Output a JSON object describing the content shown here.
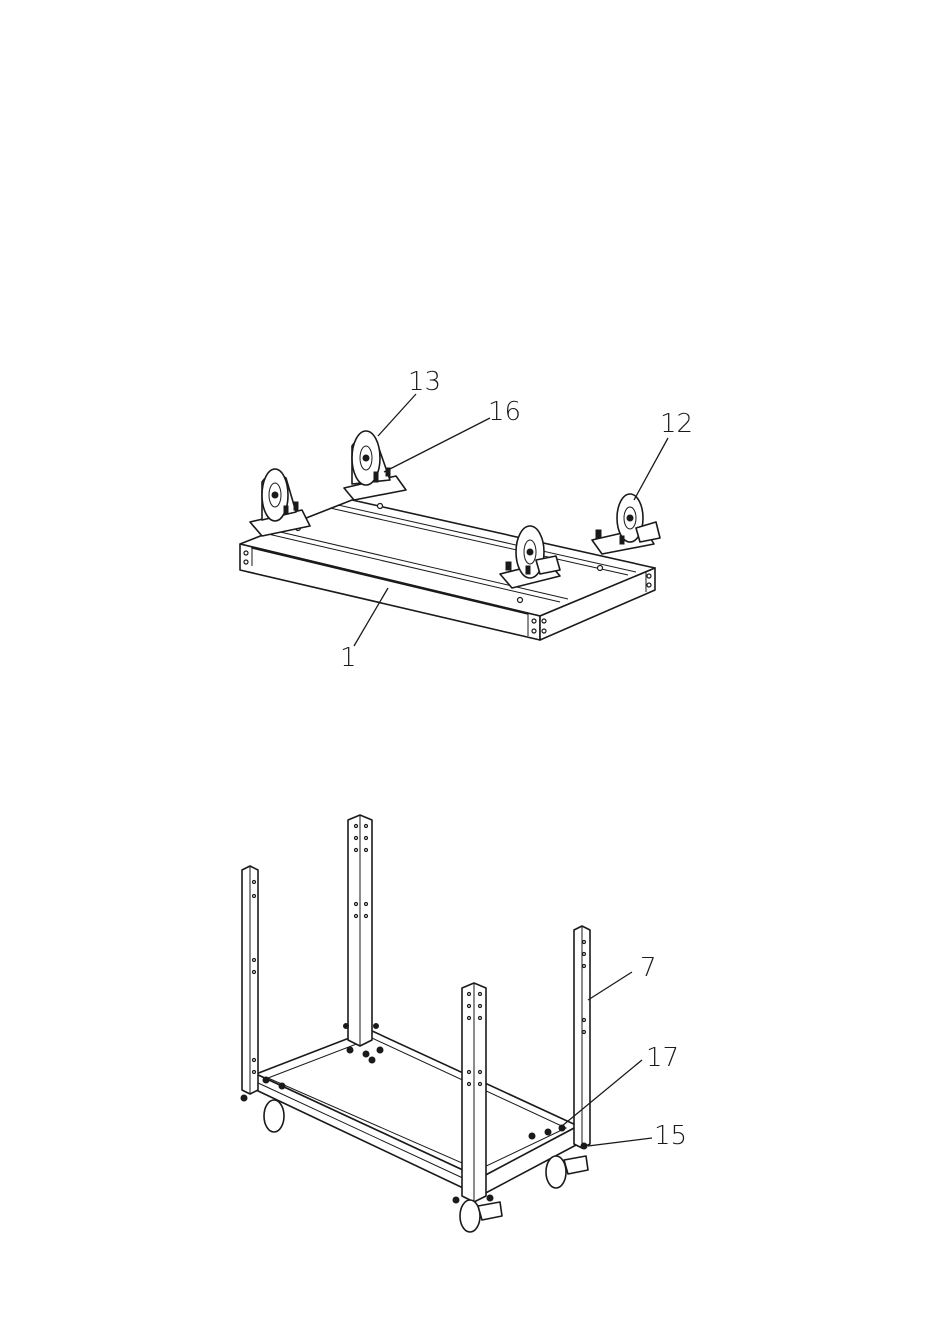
{
  "figure_top": {
    "callouts": [
      {
        "id": "1",
        "label": "1"
      },
      {
        "id": "12",
        "label": "12"
      },
      {
        "id": "13",
        "label": "13"
      },
      {
        "id": "16",
        "label": "16"
      }
    ]
  },
  "figure_bottom": {
    "callouts": [
      {
        "id": "7",
        "label": "7"
      },
      {
        "id": "15",
        "label": "15"
      },
      {
        "id": "17",
        "label": "17"
      }
    ]
  }
}
